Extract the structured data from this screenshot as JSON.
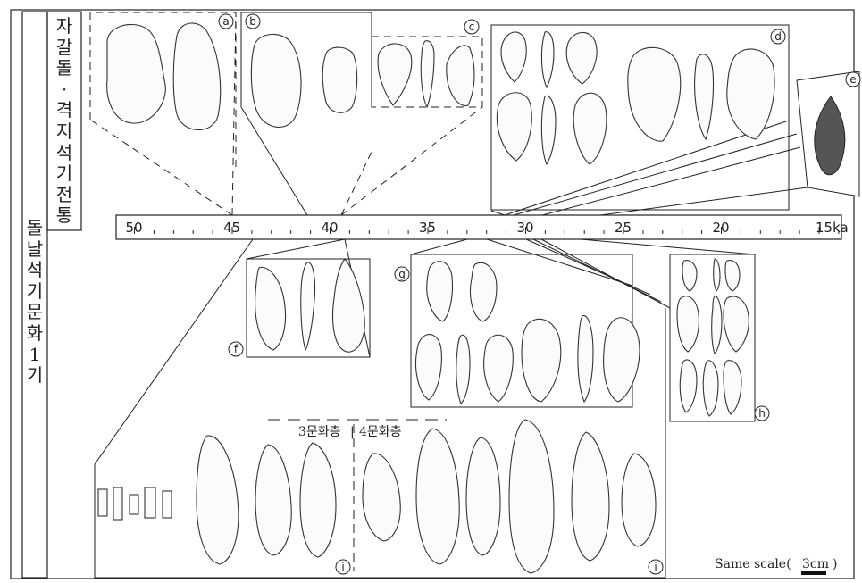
{
  "tradition_label": "자갈돌·격지석기전통",
  "culture_label": "돌날석기문화1기",
  "timeline": {
    "ticks": [
      {
        "value": 50,
        "label": "50"
      },
      {
        "value": 45,
        "label": "45"
      },
      {
        "value": 40,
        "label": "40"
      },
      {
        "value": 35,
        "label": "35"
      },
      {
        "value": 30,
        "label": "30"
      },
      {
        "value": 25,
        "label": "25"
      },
      {
        "value": 20,
        "label": "20"
      },
      {
        "value": 15,
        "label": "15ka"
      }
    ]
  },
  "panels": [
    {
      "id": "a",
      "letter": "a",
      "age": 45
    },
    {
      "id": "b",
      "letter": "b",
      "age": 40.5
    },
    {
      "id": "c",
      "letter": "c",
      "age": 38.5
    },
    {
      "id": "d",
      "letter": "d",
      "age": 31
    },
    {
      "id": "e",
      "letter": "e",
      "age": 27
    },
    {
      "id": "f",
      "letter": "f",
      "age": 38.5
    },
    {
      "id": "g",
      "letter": "g",
      "age": 32.5
    },
    {
      "id": "h",
      "letter": "h",
      "age": 30
    },
    {
      "id": "i1",
      "letter": "i",
      "age": 44
    },
    {
      "id": "i2",
      "letter": "i",
      "age": 29.5
    }
  ],
  "layer_labels": {
    "left": "3문화층",
    "separator": "|",
    "right": "4문화층"
  },
  "scale": {
    "text": "Same scale(",
    "bar_label": "3cm",
    "close": ")"
  }
}
